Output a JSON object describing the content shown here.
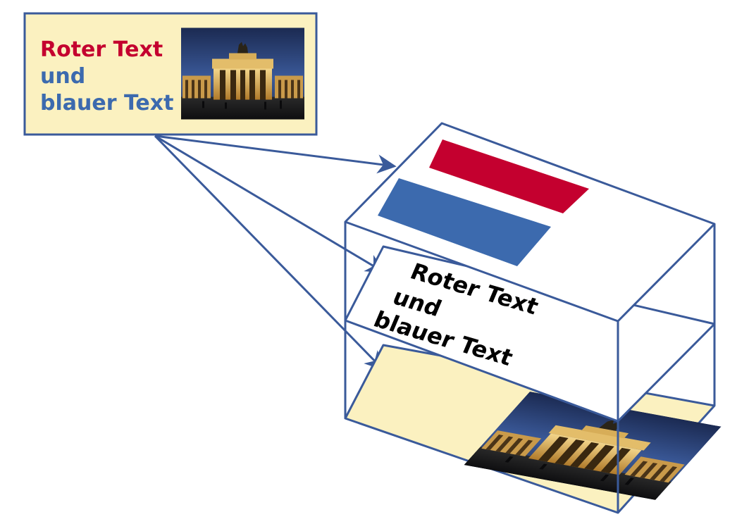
{
  "source_page": {
    "line1": "Roter Text",
    "line2": "und",
    "line3": "blauer Text",
    "photo_subject": "brandenburg-gate-night-photo"
  },
  "text_layer": {
    "line1": "Roter Text",
    "line2": "und",
    "line3": "blauer Text"
  },
  "colors": {
    "frame": "#3a5a9a",
    "red": "#c4002f",
    "blue": "#3c6aae",
    "paper": "#fbf1c0",
    "text": "#000000"
  }
}
